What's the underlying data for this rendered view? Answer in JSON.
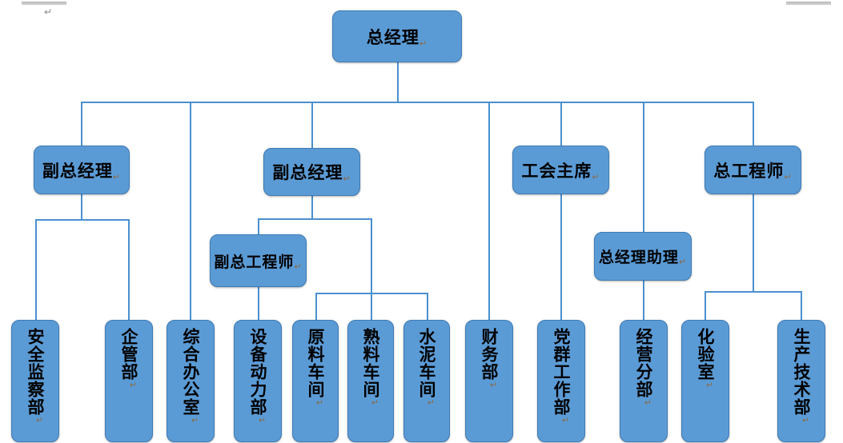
{
  "document": {
    "paragraph_mark": "↵",
    "top_left_pilcrow": "↵"
  },
  "colors": {
    "node_fill": "#5B9BD5",
    "node_border": "#3E7BB5",
    "connector": "#4A90D0",
    "text": "#000000",
    "paragraph_mark": "#8A6A4A",
    "page_background": "#FFFFFF"
  },
  "chart_data": {
    "type": "diagram",
    "diagram_type": "organization-chart",
    "title": "",
    "orientation": "top-down",
    "levels": 4,
    "nodes": [
      {
        "id": "gm",
        "label": "总经理",
        "level": 1,
        "parent": null,
        "text_direction": "horizontal"
      },
      {
        "id": "dgm1",
        "label": "副总经理",
        "level": 2,
        "parent": "gm",
        "text_direction": "horizontal"
      },
      {
        "id": "dgm2",
        "label": "副总经理",
        "level": 2,
        "parent": "gm",
        "text_direction": "horizontal"
      },
      {
        "id": "union-chair",
        "label": "工会主席",
        "level": 2,
        "parent": "gm",
        "text_direction": "horizontal"
      },
      {
        "id": "chief-eng",
        "label": "总工程师",
        "level": 2,
        "parent": "gm",
        "text_direction": "horizontal"
      },
      {
        "id": "dep-chief-eng",
        "label": "副总工程师",
        "level": 3,
        "parent": "dgm2",
        "text_direction": "horizontal"
      },
      {
        "id": "gm-assistant",
        "label": "总经理助理",
        "level": 3,
        "parent": "gm",
        "text_direction": "horizontal"
      },
      {
        "id": "safety",
        "label": "安全监察部",
        "level": 4,
        "parent": "dgm1",
        "text_direction": "vertical"
      },
      {
        "id": "ent-mgmt",
        "label": "企管部",
        "level": 4,
        "parent": "dgm1",
        "text_direction": "vertical"
      },
      {
        "id": "general-office",
        "label": "综合办公室",
        "level": 4,
        "parent": "gm",
        "text_direction": "vertical"
      },
      {
        "id": "equip-power",
        "label": "设备动力部",
        "level": 4,
        "parent": "dep-chief-eng",
        "text_direction": "vertical"
      },
      {
        "id": "raw-material",
        "label": "原料车间",
        "level": 4,
        "parent": "dgm2",
        "text_direction": "vertical"
      },
      {
        "id": "clinker",
        "label": "熟料车间",
        "level": 4,
        "parent": "dgm2",
        "text_direction": "vertical"
      },
      {
        "id": "cement",
        "label": "水泥车间",
        "level": 4,
        "parent": "dgm2",
        "text_direction": "vertical"
      },
      {
        "id": "finance",
        "label": "财务部",
        "level": 4,
        "parent": "gm",
        "text_direction": "vertical"
      },
      {
        "id": "party-work",
        "label": "党群工作部",
        "level": 4,
        "parent": "union-chair",
        "text_direction": "vertical"
      },
      {
        "id": "business-div",
        "label": "经营分部",
        "level": 4,
        "parent": "gm-assistant",
        "text_direction": "vertical"
      },
      {
        "id": "laboratory",
        "label": "化验室",
        "level": 4,
        "parent": "chief-eng",
        "text_direction": "vertical"
      },
      {
        "id": "prod-tech",
        "label": "生产技术部",
        "level": 4,
        "parent": "chief-eng",
        "text_direction": "vertical"
      }
    ]
  },
  "nodes": {
    "gm": {
      "label": "总经理",
      "mark": "↵"
    },
    "dgm1": {
      "label": "副总经理",
      "mark": "↵"
    },
    "dgm2": {
      "label": "副总经理",
      "mark": "↵"
    },
    "union_chair": {
      "label": "工会主席",
      "mark": "↵"
    },
    "chief_eng": {
      "label": "总工程师",
      "mark": "↵"
    },
    "dep_chief_eng": {
      "label": "副总工程师",
      "mark": "↵"
    },
    "gm_assistant": {
      "label": "总经理助理",
      "mark": "↵"
    },
    "safety": {
      "label": "安全监察部",
      "mark": "↵"
    },
    "ent_mgmt": {
      "label": "企管部",
      "mark": "↵"
    },
    "general_office": {
      "label": "综合办公室",
      "mark": "↵"
    },
    "equip_power": {
      "label": "设备动力部",
      "mark": "↵"
    },
    "raw_material": {
      "label": "原料车间",
      "mark": "↵"
    },
    "clinker": {
      "label": "熟料车间",
      "mark": "↵"
    },
    "cement": {
      "label": "水泥车间",
      "mark": "↵"
    },
    "finance": {
      "label": "财务部",
      "mark": "↵"
    },
    "party_work": {
      "label": "党群工作部",
      "mark": "↵"
    },
    "business_div": {
      "label": "经营分部",
      "mark": "↵"
    },
    "laboratory": {
      "label": "化验室",
      "mark": "↵"
    },
    "prod_tech": {
      "label": "生产技术部",
      "mark": "↵"
    }
  }
}
